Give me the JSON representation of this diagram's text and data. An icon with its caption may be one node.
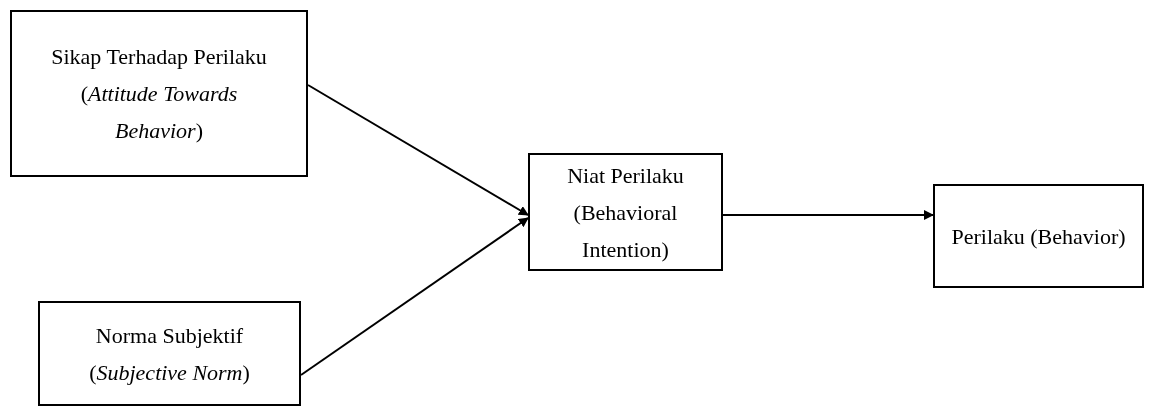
{
  "diagram": {
    "nodes": [
      {
        "text": [
          "Sikap Terhadap Perilaku (*Attitude Towards Behavior*)"
        ]
      },
      {
        "text": [
          "Norma Subjektif (*Subjective Norm*)"
        ]
      },
      {
        "text": [
          "Niat Perilaku (Behavioral Intention)"
        ]
      },
      {
        "text": [
          "Perilaku (Behavior)"
        ]
      }
    ],
    "edges": [
      {
        "from": 0,
        "to": 2,
        "arrow": "to"
      },
      {
        "from": 1,
        "to": 2,
        "arrow": "to"
      },
      {
        "from": 2,
        "to": 3,
        "arrow": "to"
      }
    ]
  }
}
